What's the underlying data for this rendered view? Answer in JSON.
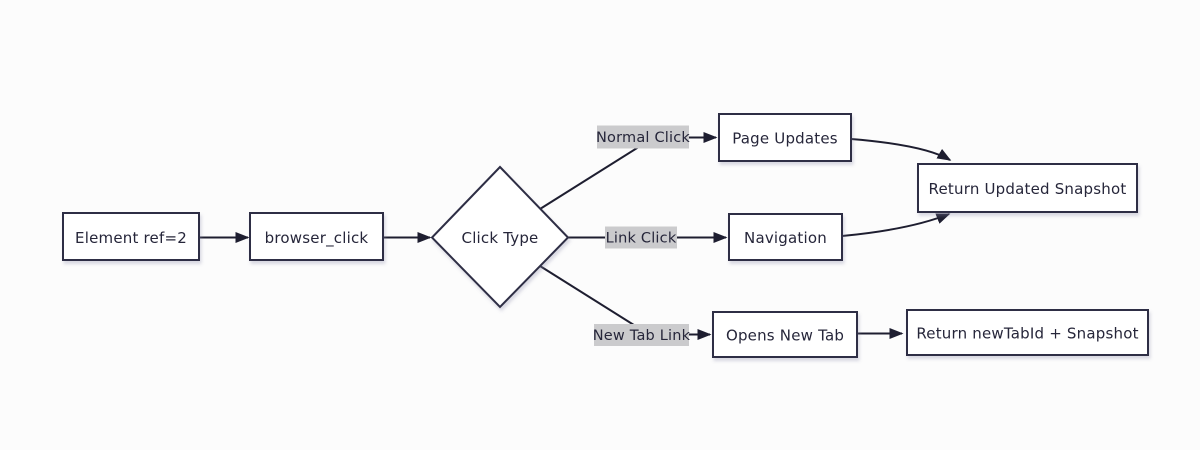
{
  "diagram": {
    "type": "flowchart",
    "direction": "left-to-right",
    "nodes": {
      "element_ref": {
        "label": "Element ref=2",
        "shape": "rectangle"
      },
      "browser_click": {
        "label": "browser_click",
        "shape": "rectangle"
      },
      "click_type": {
        "label": "Click Type",
        "shape": "diamond"
      },
      "page_updates": {
        "label": "Page Updates",
        "shape": "rectangle"
      },
      "navigation": {
        "label": "Navigation",
        "shape": "rectangle"
      },
      "opens_new_tab": {
        "label": "Opens New Tab",
        "shape": "rectangle"
      },
      "return_updated_snapshot": {
        "label": "Return Updated Snapshot",
        "shape": "rectangle"
      },
      "return_newtabid_snapshot": {
        "label": "Return newTabId + Snapshot",
        "shape": "rectangle"
      }
    },
    "edges": [
      {
        "from": "element_ref",
        "to": "browser_click",
        "label": ""
      },
      {
        "from": "browser_click",
        "to": "click_type",
        "label": ""
      },
      {
        "from": "click_type",
        "to": "page_updates",
        "label": "Normal Click"
      },
      {
        "from": "click_type",
        "to": "navigation",
        "label": "Link Click"
      },
      {
        "from": "click_type",
        "to": "opens_new_tab",
        "label": "New Tab Link"
      },
      {
        "from": "page_updates",
        "to": "return_updated_snapshot",
        "label": ""
      },
      {
        "from": "navigation",
        "to": "return_updated_snapshot",
        "label": ""
      },
      {
        "from": "opens_new_tab",
        "to": "return_newtabid_snapshot",
        "label": ""
      }
    ],
    "colors": {
      "background": "#fcfcfc",
      "node_fill": "#ffffff",
      "node_border": "#2e2e44",
      "edge_line": "#1e1e30",
      "text": "#26263a",
      "edge_label_background": "#cbcbcd"
    }
  }
}
